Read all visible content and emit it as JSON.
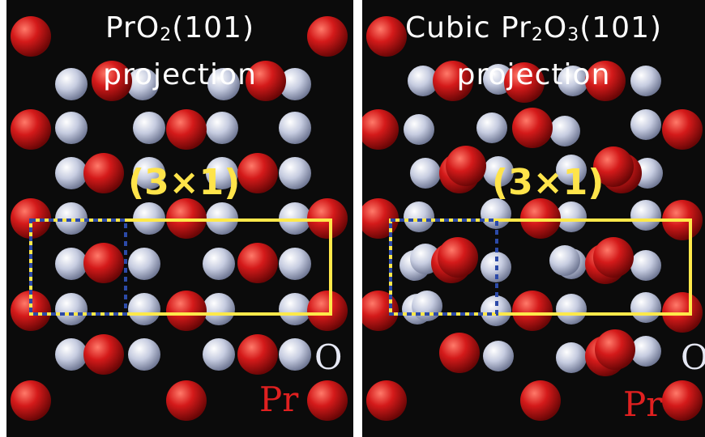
{
  "colors": {
    "background": "#0b0b0b",
    "pr_atom": "#d41a1a",
    "o_atom": "#c6cce0",
    "unit_cell_3x1": "#ffe94a",
    "unit_cell_1x1": "#2c4aa8",
    "title_text": "#ffffff"
  },
  "panels": [
    {
      "title_line1_pre": "PrO",
      "title_line1_sub": "2",
      "title_line1_post": "(101)",
      "title_line2": "projection",
      "cell_label": "(3×1)",
      "legend_o": "O",
      "legend_pr": "Pr"
    },
    {
      "title_line1_pre": "Cubic Pr",
      "title_line1_sub": "2",
      "title_line1_mid": "O",
      "title_line1_sub2": "3",
      "title_line1_post": "(101)",
      "title_line2": "projection",
      "cell_label": "(3×1)",
      "legend_o": "O",
      "legend_pr": "Pr"
    }
  ]
}
